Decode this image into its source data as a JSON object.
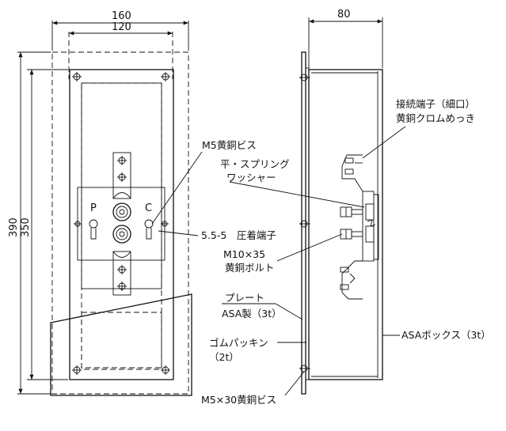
{
  "dimensions": {
    "width_outer": "160",
    "width_inner": "120",
    "height_outer": "390",
    "height_inner": "350",
    "depth": "80"
  },
  "front_view": {
    "terminal_p": "P",
    "terminal_c": "C"
  },
  "callouts": {
    "connector_line1": "接続端子（細口）",
    "connector_line2": "黄銅クロムめっき",
    "m5_screw": "M5黄銅ビス",
    "washer_line1": "平・スプリング",
    "washer_line2": "ワッシャー",
    "crimp_terminal": "5.5-5　圧着端子",
    "bolt_line1": "M10×35",
    "bolt_line2": "黄銅ボルト",
    "plate_line1": "プレート",
    "plate_line2": "ASA製（3t）",
    "box": "ASAボックス（3t）",
    "gasket_line1": "ゴムパッキン",
    "gasket_line2": "（2t）",
    "m5x30_screw": "M5×30黄銅ビス"
  }
}
